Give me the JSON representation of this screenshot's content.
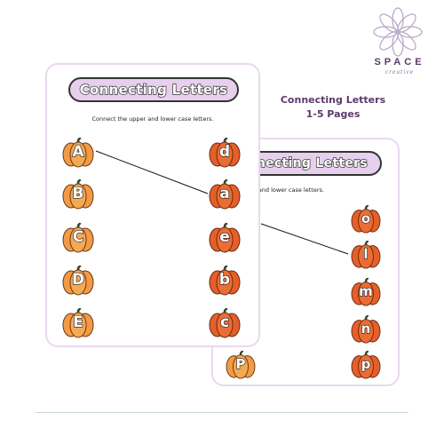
{
  "brand": {
    "name": "SPACE",
    "sub": "creative"
  },
  "caption": {
    "line1": "Connecting Letters",
    "line2": "1-5 Pages"
  },
  "front": {
    "title": "Connecting Letters",
    "instructions": "Connect the upper and lower case letters.",
    "left_letters": [
      "A",
      "B",
      "C",
      "D",
      "E"
    ],
    "right_letters": [
      "d",
      "a",
      "e",
      "b",
      "c"
    ]
  },
  "back": {
    "title": "Connecting Letters",
    "instructions": "Connect the upper and lower case letters.",
    "left_letters": [
      "P"
    ],
    "right_letters": [
      "o",
      "l",
      "m",
      "n",
      "p"
    ]
  },
  "colors": {
    "accent": "#5b3a6b",
    "pill": "#e7cfee",
    "pumpkin_orange": "#f08a3c",
    "pumpkin_dark_orange": "#e8622c",
    "sheet_border": "#e9d9ee"
  }
}
